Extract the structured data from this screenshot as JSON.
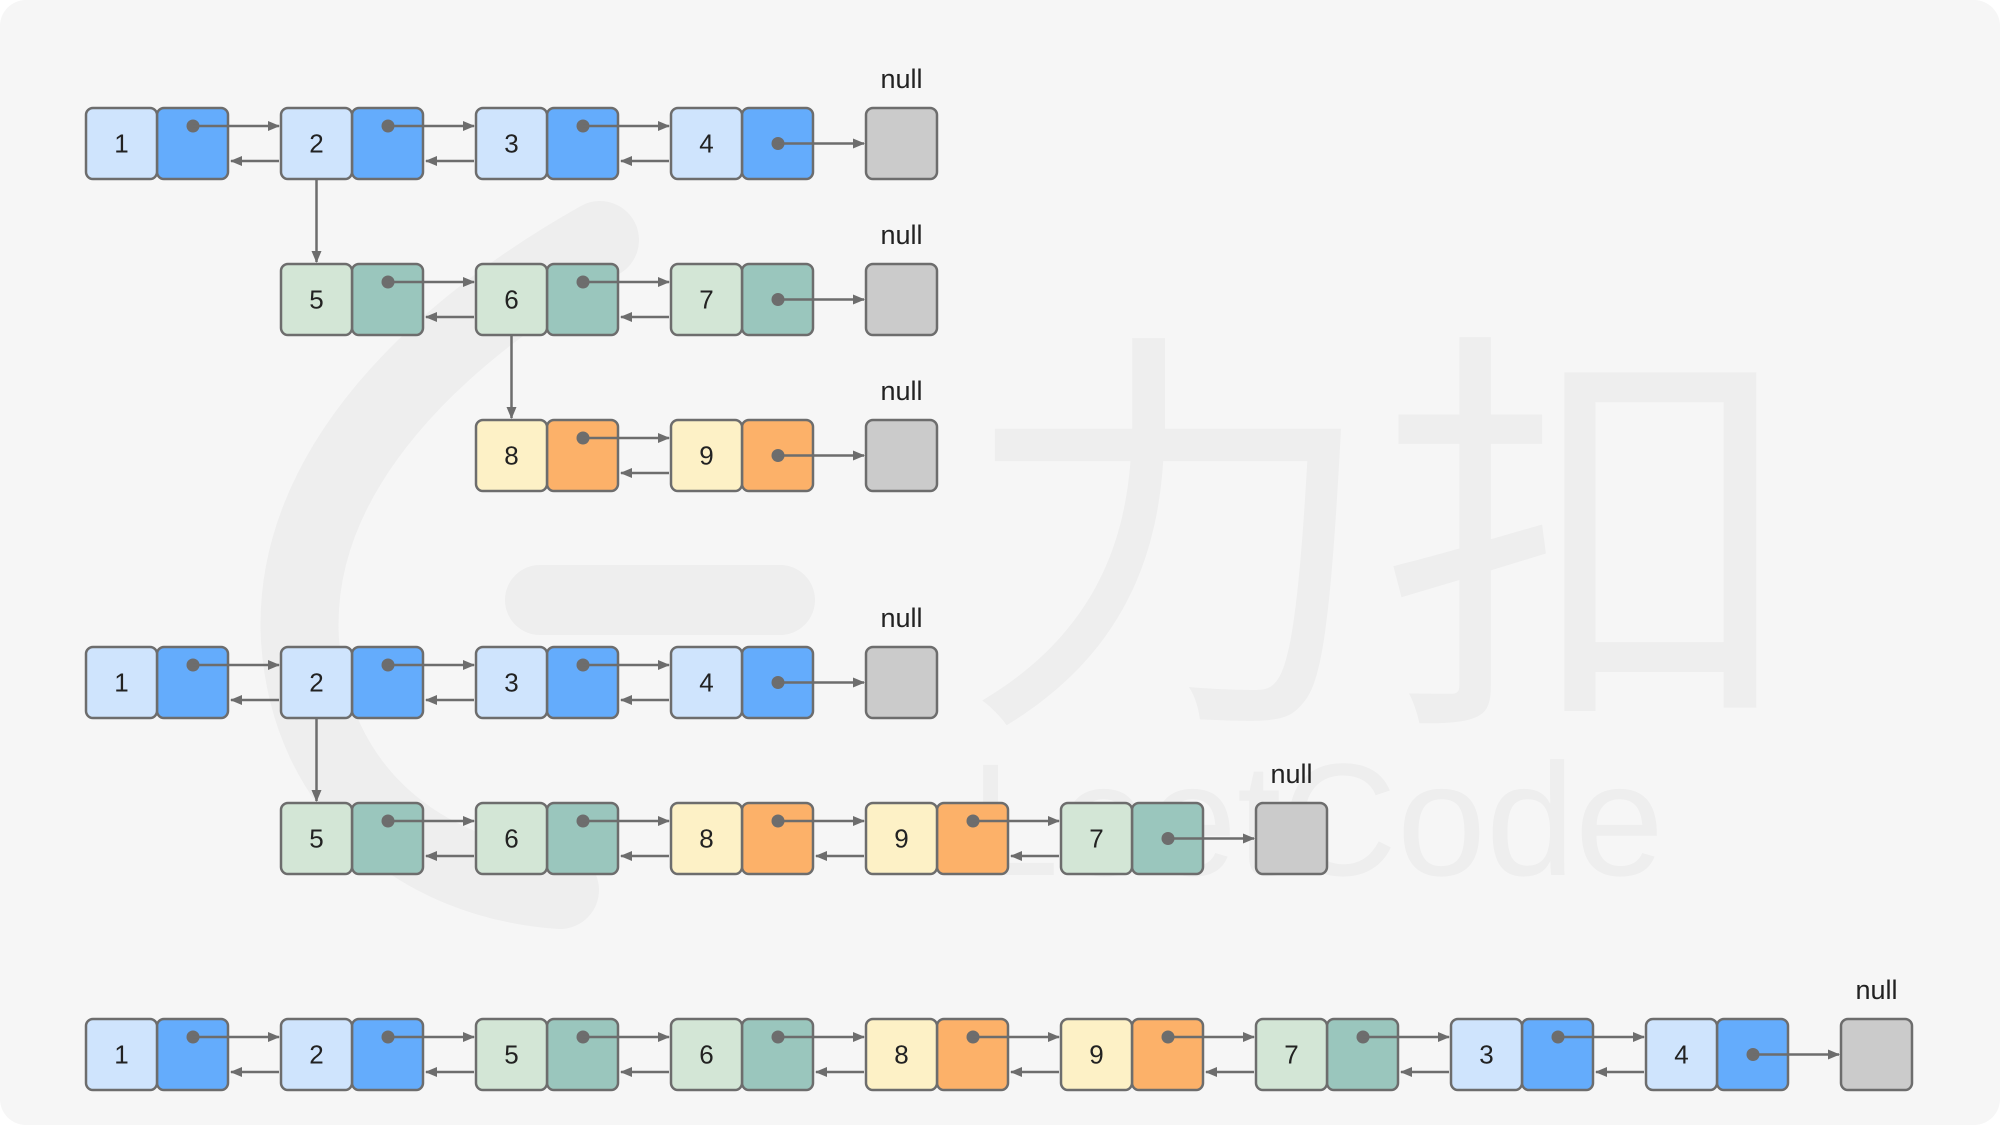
{
  "null_label": "null",
  "watermark": {
    "cn": "力扣",
    "en": "LeetCode"
  },
  "colors": {
    "background": "#f6f6f6",
    "blue_value": "#cfe4fd",
    "blue_pointer": "#64acfc",
    "green_value": "#d3e6d6",
    "green_pointer": "#9ac6bd",
    "yellow_value": "#fdf1c6",
    "yellow_pointer": "#fcb169",
    "null_fill": "#cbcbcb",
    "stroke": "#6d6d6d",
    "text": "#222222"
  },
  "diagrams": [
    {
      "id": "original",
      "rows": [
        {
          "nodes": [
            {
              "value": "1",
              "color": "blue"
            },
            {
              "value": "2",
              "color": "blue"
            },
            {
              "value": "3",
              "color": "blue"
            },
            {
              "value": "4",
              "color": "blue"
            }
          ],
          "ends_with_null": true
        },
        {
          "nodes": [
            {
              "value": "5",
              "color": "green"
            },
            {
              "value": "6",
              "color": "green"
            },
            {
              "value": "7",
              "color": "green"
            }
          ],
          "ends_with_null": true
        },
        {
          "nodes": [
            {
              "value": "8",
              "color": "yellow"
            },
            {
              "value": "9",
              "color": "yellow"
            }
          ],
          "ends_with_null": true
        }
      ],
      "child_links": [
        {
          "from": "2",
          "to": "5"
        },
        {
          "from": "6",
          "to": "8"
        }
      ]
    },
    {
      "id": "partially-flattened",
      "rows": [
        {
          "nodes": [
            {
              "value": "1",
              "color": "blue"
            },
            {
              "value": "2",
              "color": "blue"
            },
            {
              "value": "3",
              "color": "blue"
            },
            {
              "value": "4",
              "color": "blue"
            }
          ],
          "ends_with_null": true
        },
        {
          "nodes": [
            {
              "value": "5",
              "color": "green"
            },
            {
              "value": "6",
              "color": "green"
            },
            {
              "value": "8",
              "color": "yellow"
            },
            {
              "value": "9",
              "color": "yellow"
            },
            {
              "value": "7",
              "color": "green"
            }
          ],
          "ends_with_null": true
        }
      ],
      "child_links": [
        {
          "from": "2",
          "to": "5"
        }
      ]
    },
    {
      "id": "fully-flattened",
      "rows": [
        {
          "nodes": [
            {
              "value": "1",
              "color": "blue"
            },
            {
              "value": "2",
              "color": "blue"
            },
            {
              "value": "5",
              "color": "green"
            },
            {
              "value": "6",
              "color": "green"
            },
            {
              "value": "8",
              "color": "yellow"
            },
            {
              "value": "9",
              "color": "yellow"
            },
            {
              "value": "7",
              "color": "green"
            },
            {
              "value": "3",
              "color": "blue"
            },
            {
              "value": "4",
              "color": "blue"
            }
          ],
          "ends_with_null": true
        }
      ],
      "child_links": []
    }
  ]
}
